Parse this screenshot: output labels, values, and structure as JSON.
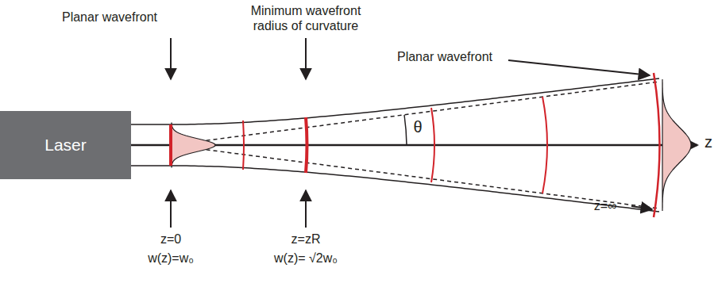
{
  "diagram": {
    "nodes": [
      {
        "text": [
          "Laser"
        ]
      }
    ],
    "labels": [
      "Planar wavefront",
      "Minimum wavefront radius of curvature",
      "Planar wavefront",
      "θ",
      "z",
      "z=0",
      "w(z)=w₀",
      "z=zR",
      "w(z)= √2w₀",
      "z=∞"
    ]
  }
}
